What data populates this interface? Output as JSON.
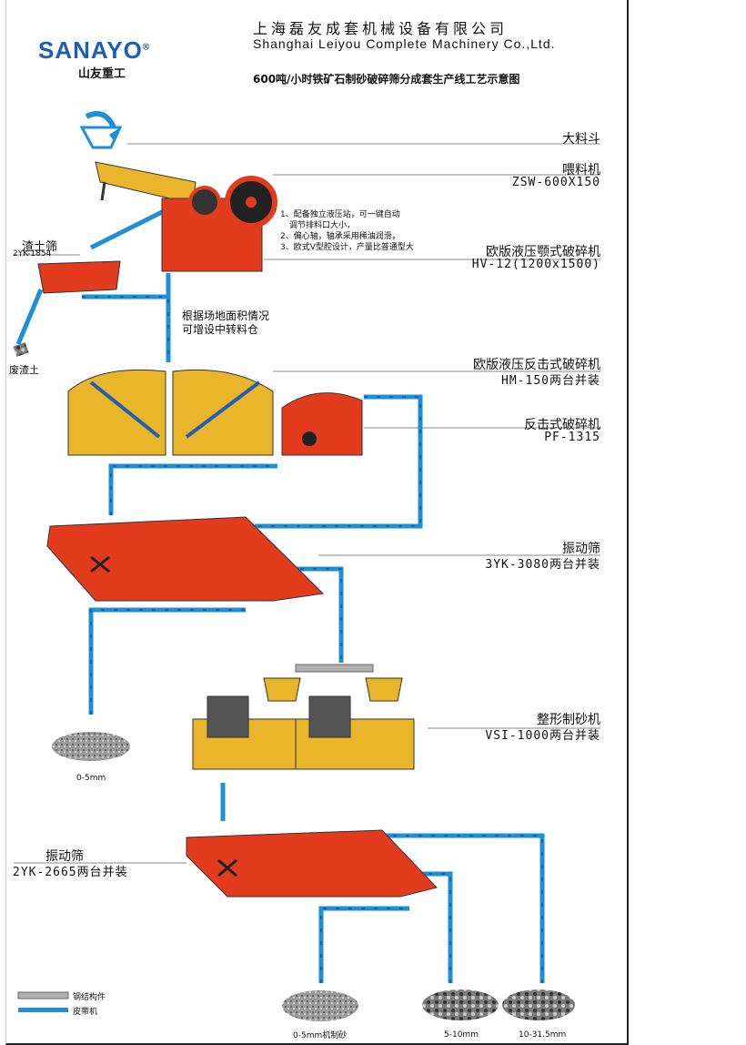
{
  "header": {
    "company_cn": "上海磊友成套机械设备有限公司",
    "company_en": "Shanghai Leiyou  Complete Machinery Co.,Ltd.",
    "title": "600吨/小时铁矿石制砂破碎筛分成套生产线工艺示意图"
  },
  "logo": {
    "brand": "SANAYO",
    "reg": "®",
    "name_cn": "山友重工"
  },
  "equipment": [
    {
      "name": "大料斗",
      "model": ""
    },
    {
      "name": "喂料机",
      "model": "ZSW-600X150"
    },
    {
      "name": "欧版液压颚式破碎机",
      "model": "HV-12(1200x1500)"
    },
    {
      "name": "渣土筛",
      "model": "2YK-1854"
    },
    {
      "name": "欧版液压反击式破碎机",
      "model": "HM-150两台并装"
    },
    {
      "name": "反击式破碎机",
      "model": "PF-1315"
    },
    {
      "name": "振动筛",
      "model": "3YK-3080两台并装"
    },
    {
      "name": "整形制砂机",
      "model": "VSI-1000两台并装"
    },
    {
      "name": "振动筛",
      "model": "2YK-2665两台并装"
    }
  ],
  "jaw_notes": [
    "1、配备独立液压站，可一键自动",
    "调节排料口大小，",
    "2、偏心轴，轴承采用稀油润滑，",
    "3、欧式V型腔设计，产量比普通型大"
  ],
  "site_note": [
    "根据场地面积情况",
    "可增设中转料仓"
  ],
  "waste": "废渣土",
  "products": [
    "0-5mm",
    "0-5mm机制砂",
    "5-10mm",
    "10-31.5mm"
  ],
  "legend": {
    "steel": "钢结构件",
    "belt": "皮带机"
  },
  "colors": {
    "belt": "#1e8fd8",
    "machine_red": "#e23b1e",
    "machine_yellow": "#e9b52a",
    "steel": "#b0b0b0"
  }
}
